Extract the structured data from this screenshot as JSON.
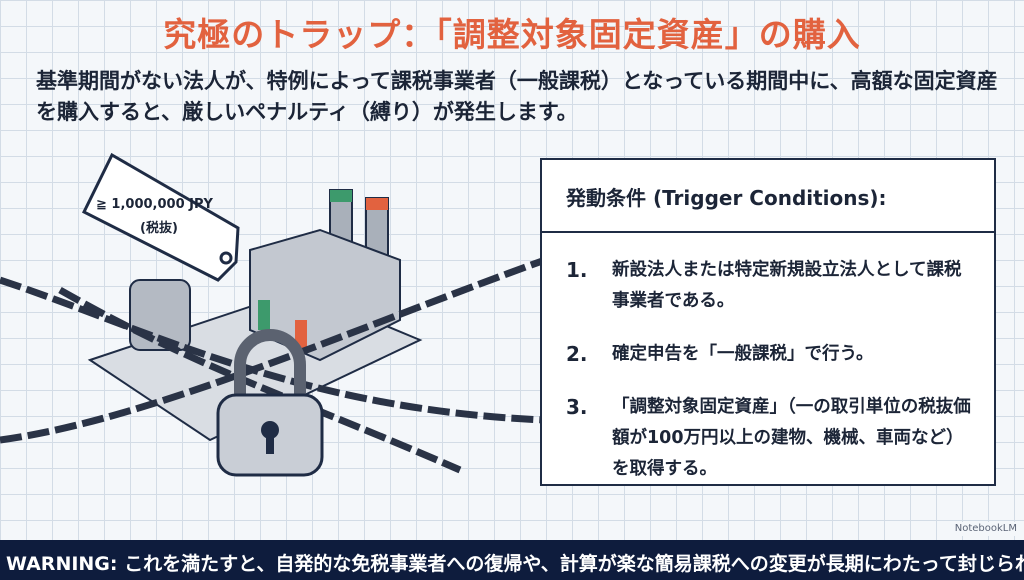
{
  "title": "究極のトラップ：「調整対象固定資産」の購入",
  "intro": "基準期間がない法人が、特例によって課税事業者（一般課税）となっている期間中に、高額な固定資産を購入すると、厳しいペナルティ（縛り）が発生します。",
  "illustration": {
    "price_tag_line1": "≧ 1,000,000 JPY",
    "price_tag_line2": "(税抜)"
  },
  "conditions": {
    "heading": "発動条件 (Trigger Conditions):",
    "items": [
      {
        "num": "1.",
        "text": "新設法人または特定新規設立法人として課税事業者である。"
      },
      {
        "num": "2.",
        "text": "確定申告を「一般課税」で行う。"
      },
      {
        "num": "3.",
        "text": "「調整対象固定資産」（一の取引単位の税抜価額が100万円以上の建物、機械、車両など）を取得する。"
      }
    ]
  },
  "warning": "WARNING: これを満たすと、自発的な免税事業者への復帰や、計算が楽な簡易課税への変更が長期にわたって封じられます",
  "watermark": "NotebookLM",
  "colors": {
    "accent": "#e2623f",
    "navy": "#0e1c3d"
  }
}
